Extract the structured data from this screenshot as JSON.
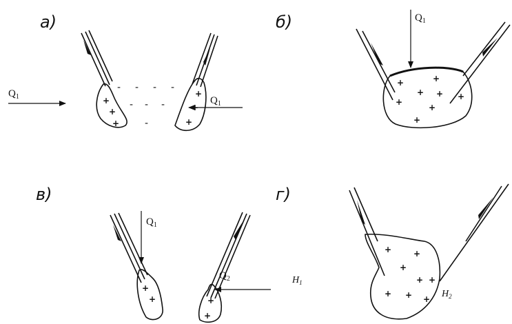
{
  "panels": {
    "a": {
      "label": "а)",
      "left_flow": "Q",
      "left_flow_sub": "1",
      "right_flow": "Q",
      "right_flow_sub": "1"
    },
    "b": {
      "label": "б)",
      "flow": "Q",
      "flow_sub": "1"
    },
    "v": {
      "label": "в)",
      "flow_top": "Q",
      "flow_top_sub": "1",
      "flow_right": "Q",
      "flow_right_sub": "2",
      "height": "H",
      "height_sub": "1"
    },
    "g": {
      "label": "г)",
      "height": "H",
      "height_sub": "2"
    }
  },
  "symbols": {
    "plus": "+",
    "minus": "-"
  }
}
